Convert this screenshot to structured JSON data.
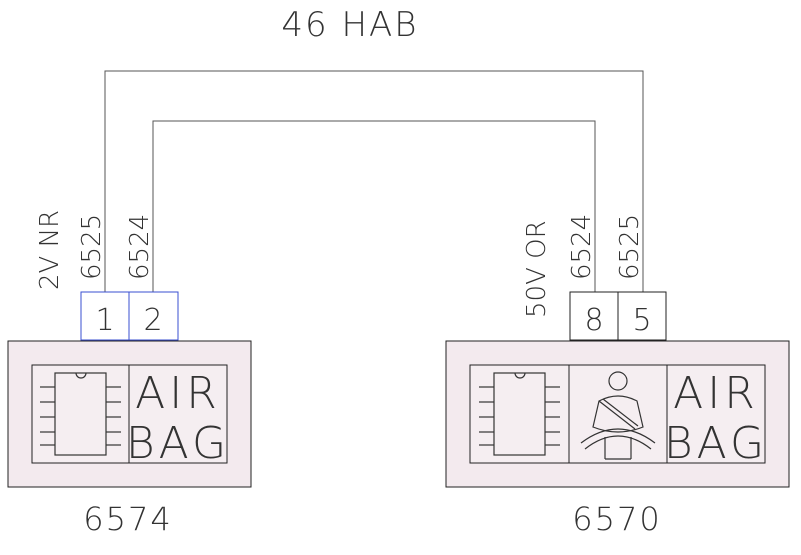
{
  "harness": {
    "label": "46 HAB"
  },
  "connectors": {
    "left": {
      "id": "6574",
      "wire_color_label": "2V NR",
      "pins": [
        {
          "pin": "1",
          "wire": "6525"
        },
        {
          "pin": "2",
          "wire": "6524"
        }
      ],
      "airbag_label_line1": "AIR",
      "airbag_label_line2": "BAG"
    },
    "right": {
      "id": "6570",
      "wire_color_label": "50V OR",
      "pins": [
        {
          "pin": "8",
          "wire": "6524"
        },
        {
          "pin": "5",
          "wire": "6525"
        }
      ],
      "airbag_label_line1": "AIR",
      "airbag_label_line2": "BAG"
    }
  },
  "icons": {
    "left": [
      "ecu-chip-icon"
    ],
    "right": [
      "ecu-chip-icon",
      "seatbelt-person-icon"
    ]
  },
  "colors": {
    "left_pin_border": "#3a4fd0",
    "module_fill": "#f3eaee"
  }
}
